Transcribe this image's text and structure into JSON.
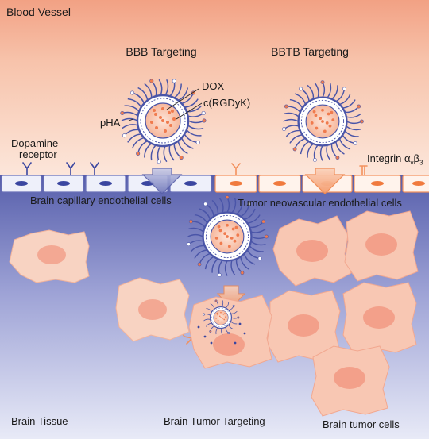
{
  "labels": {
    "blood_vessel": "Blood Vessel",
    "bbb_targeting": "BBB Targeting",
    "bbtb_targeting": "BBTB Targeting",
    "dox": "DOX",
    "peptide": "c(RGDyK)",
    "pha": "pHA",
    "dopamine_line1": "Dopamine",
    "dopamine_line2": "receptor",
    "integrin_base": "Integrin α",
    "integrin_sub1": "v",
    "integrin_mid": "β",
    "integrin_sub2": "3",
    "capillary_cells": "Brain capillary endothelial cells",
    "neovascular_cells": "Tumor neovascular endothelial cells",
    "brain_tissue": "Brain Tissue",
    "tumor_targeting": "Brain Tumor Targeting",
    "tumor_cells": "Brain tumor cells"
  },
  "colors": {
    "vessel_top": "#f2a184",
    "vessel_bottom": "#fbe3d6",
    "tissue_top": "#5a62ad",
    "tissue_bottom": "#e6e8f6",
    "endothelial_blue": "#3a46a0",
    "endothelial_orange": "#f07a3e",
    "tumor_cell": "#f8c7b3",
    "tumor_nucleus": "#f0a08a",
    "micelle": "#4a55a8",
    "drug_dot": "#f07b4e"
  },
  "icons": {
    "nanoparticle": "micelle-nanoparticle-icon",
    "transport_arrow": "transcytosis-arrow-icon",
    "dopamine_receptor": "y-receptor-icon",
    "integrin_receptor": "integrin-receptor-icon"
  }
}
